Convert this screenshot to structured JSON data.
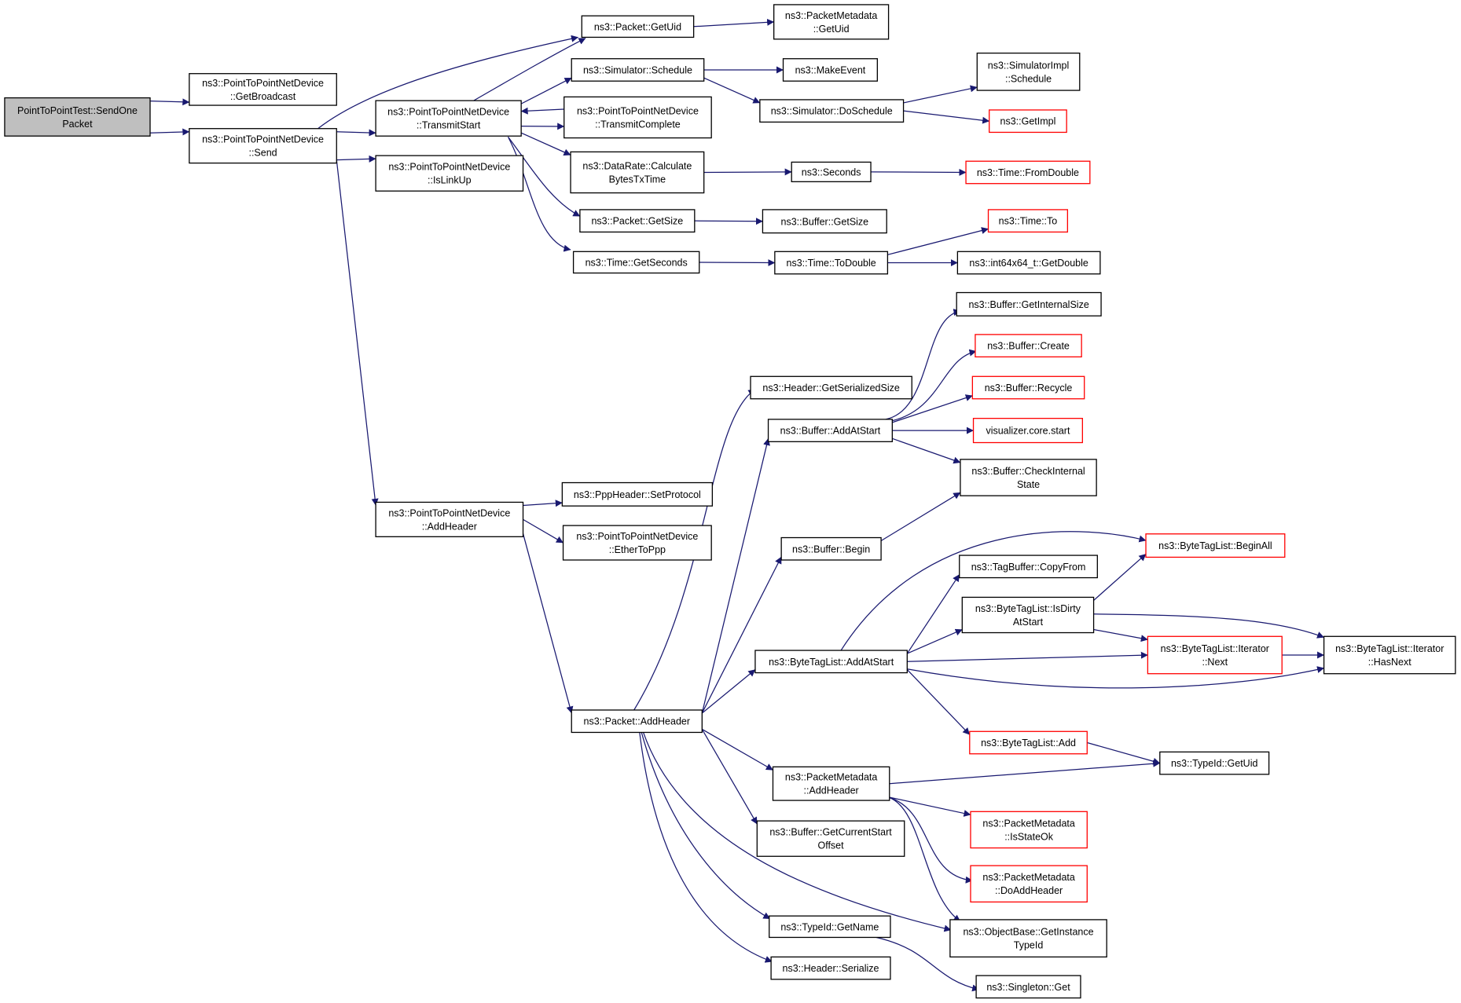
{
  "colors": {
    "edge": "#191970",
    "node_border": "#000000",
    "node_border_truncated": "#ff0000",
    "root_fill": "#bfbfbf",
    "node_fill": "#ffffff"
  },
  "nodes": [
    {
      "id": "root",
      "lines": [
        "PointToPointTest::SendOne",
        "Packet"
      ],
      "kind": "root"
    },
    {
      "id": "gbc",
      "lines": [
        "ns3::PointToPointNetDevice",
        "::GetBroadcast"
      ],
      "kind": "normal"
    },
    {
      "id": "send",
      "lines": [
        "ns3::PointToPointNetDevice",
        "::Send"
      ],
      "kind": "normal"
    },
    {
      "id": "txs",
      "lines": [
        "ns3::PointToPointNetDevice",
        "::TransmitStart"
      ],
      "kind": "normal"
    },
    {
      "id": "islink",
      "lines": [
        "ns3::PointToPointNetDevice",
        "::IsLinkUp"
      ],
      "kind": "normal"
    },
    {
      "id": "p2pah",
      "lines": [
        "ns3::PointToPointNetDevice",
        "::AddHeader"
      ],
      "kind": "normal"
    },
    {
      "id": "pguid",
      "lines": [
        "ns3::Packet::GetUid"
      ],
      "kind": "normal"
    },
    {
      "id": "pmguid",
      "lines": [
        "ns3::PacketMetadata",
        "::GetUid"
      ],
      "kind": "normal"
    },
    {
      "id": "simsch",
      "lines": [
        "ns3::Simulator::Schedule"
      ],
      "kind": "normal"
    },
    {
      "id": "mkev",
      "lines": [
        "ns3::MakeEvent"
      ],
      "kind": "normal"
    },
    {
      "id": "simimpl",
      "lines": [
        "ns3::SimulatorImpl",
        "::Schedule"
      ],
      "kind": "normal"
    },
    {
      "id": "dosch",
      "lines": [
        "ns3::Simulator::DoSchedule"
      ],
      "kind": "normal"
    },
    {
      "id": "getimpl",
      "lines": [
        "ns3::GetImpl"
      ],
      "kind": "truncated"
    },
    {
      "id": "txc",
      "lines": [
        "ns3::PointToPointNetDevice",
        "::TransmitComplete"
      ],
      "kind": "normal"
    },
    {
      "id": "drcalc",
      "lines": [
        "ns3::DataRate::Calculate",
        "BytesTxTime"
      ],
      "kind": "normal"
    },
    {
      "id": "seconds",
      "lines": [
        "ns3::Seconds"
      ],
      "kind": "normal"
    },
    {
      "id": "fromdbl",
      "lines": [
        "ns3::Time::FromDouble"
      ],
      "kind": "truncated"
    },
    {
      "id": "pgsize",
      "lines": [
        "ns3::Packet::GetSize"
      ],
      "kind": "normal"
    },
    {
      "id": "bgsize",
      "lines": [
        "ns3::Buffer::GetSize"
      ],
      "kind": "normal"
    },
    {
      "id": "tto",
      "lines": [
        "ns3::Time::To"
      ],
      "kind": "truncated"
    },
    {
      "id": "tgsec",
      "lines": [
        "ns3::Time::GetSeconds"
      ],
      "kind": "normal"
    },
    {
      "id": "ttodbl",
      "lines": [
        "ns3::Time::ToDouble"
      ],
      "kind": "normal"
    },
    {
      "id": "i64",
      "lines": [
        "ns3::int64x64_t::GetDouble"
      ],
      "kind": "normal"
    },
    {
      "id": "bgis",
      "lines": [
        "ns3::Buffer::GetInternalSize"
      ],
      "kind": "normal"
    },
    {
      "id": "bcreate",
      "lines": [
        "ns3::Buffer::Create"
      ],
      "kind": "truncated"
    },
    {
      "id": "hgss",
      "lines": [
        "ns3::Header::GetSerializedSize"
      ],
      "kind": "normal"
    },
    {
      "id": "brec",
      "lines": [
        "ns3::Buffer::Recycle"
      ],
      "kind": "truncated"
    },
    {
      "id": "baas",
      "lines": [
        "ns3::Buffer::AddAtStart"
      ],
      "kind": "normal"
    },
    {
      "id": "vcs",
      "lines": [
        "visualizer.core.start"
      ],
      "kind": "truncated"
    },
    {
      "id": "bcis",
      "lines": [
        "ns3::Buffer::CheckInternal",
        "State"
      ],
      "kind": "normal"
    },
    {
      "id": "pppsp",
      "lines": [
        "ns3::PppHeader::SetProtocol"
      ],
      "kind": "normal"
    },
    {
      "id": "e2p",
      "lines": [
        "ns3::PointToPointNetDevice",
        "::EtherToPpp"
      ],
      "kind": "normal"
    },
    {
      "id": "bbegin",
      "lines": [
        "ns3::Buffer::Begin"
      ],
      "kind": "normal"
    },
    {
      "id": "btlba",
      "lines": [
        "ns3::ByteTagList::BeginAll"
      ],
      "kind": "truncated"
    },
    {
      "id": "tbcf",
      "lines": [
        "ns3::TagBuffer::CopyFrom"
      ],
      "kind": "normal"
    },
    {
      "id": "btlid",
      "lines": [
        "ns3::ByteTagList::IsDirty",
        "AtStart"
      ],
      "kind": "normal"
    },
    {
      "id": "btlaas",
      "lines": [
        "ns3::ByteTagList::AddAtStart"
      ],
      "kind": "normal"
    },
    {
      "id": "btlin",
      "lines": [
        "ns3::ByteTagList::Iterator",
        "::Next"
      ],
      "kind": "truncated"
    },
    {
      "id": "btlihn",
      "lines": [
        "ns3::ByteTagList::Iterator",
        "::HasNext"
      ],
      "kind": "normal"
    },
    {
      "id": "pah",
      "lines": [
        "ns3::Packet::AddHeader"
      ],
      "kind": "normal"
    },
    {
      "id": "btladd",
      "lines": [
        "ns3::ByteTagList::Add"
      ],
      "kind": "truncated"
    },
    {
      "id": "tidguid",
      "lines": [
        "ns3::TypeId::GetUid"
      ],
      "kind": "normal"
    },
    {
      "id": "pmah",
      "lines": [
        "ns3::PacketMetadata",
        "::AddHeader"
      ],
      "kind": "normal"
    },
    {
      "id": "pmiso",
      "lines": [
        "ns3::PacketMetadata",
        "::IsStateOk"
      ],
      "kind": "truncated"
    },
    {
      "id": "bgcso",
      "lines": [
        "ns3::Buffer::GetCurrentStart",
        "Offset"
      ],
      "kind": "normal"
    },
    {
      "id": "pmdah",
      "lines": [
        "ns3::PacketMetadata",
        "::DoAddHeader"
      ],
      "kind": "truncated"
    },
    {
      "id": "tidgn",
      "lines": [
        "ns3::TypeId::GetName"
      ],
      "kind": "normal"
    },
    {
      "id": "obgit",
      "lines": [
        "ns3::ObjectBase::GetInstance",
        "TypeId"
      ],
      "kind": "normal"
    },
    {
      "id": "hser",
      "lines": [
        "ns3::Header::Serialize"
      ],
      "kind": "normal"
    },
    {
      "id": "sget",
      "lines": [
        "ns3::Singleton::Get"
      ],
      "kind": "normal"
    }
  ],
  "edges": [
    [
      "root",
      "gbc"
    ],
    [
      "root",
      "send"
    ],
    [
      "send",
      "pguid"
    ],
    [
      "send",
      "txs"
    ],
    [
      "send",
      "islink"
    ],
    [
      "send",
      "p2pah"
    ],
    [
      "txs",
      "pguid"
    ],
    [
      "txs",
      "simsch"
    ],
    [
      "txs",
      "txc"
    ],
    [
      "txs",
      "drcalc"
    ],
    [
      "txs",
      "pgsize"
    ],
    [
      "txs",
      "tgsec"
    ],
    [
      "txc",
      "txs"
    ],
    [
      "pguid",
      "pmguid"
    ],
    [
      "simsch",
      "mkev"
    ],
    [
      "simsch",
      "dosch"
    ],
    [
      "dosch",
      "simimpl"
    ],
    [
      "dosch",
      "getimpl"
    ],
    [
      "drcalc",
      "seconds"
    ],
    [
      "seconds",
      "fromdbl"
    ],
    [
      "pgsize",
      "bgsize"
    ],
    [
      "tgsec",
      "ttodbl"
    ],
    [
      "ttodbl",
      "tto"
    ],
    [
      "ttodbl",
      "i64"
    ],
    [
      "p2pah",
      "pppsp"
    ],
    [
      "p2pah",
      "e2p"
    ],
    [
      "p2pah",
      "pah"
    ],
    [
      "pah",
      "hgss"
    ],
    [
      "pah",
      "baas"
    ],
    [
      "pah",
      "bbegin"
    ],
    [
      "pah",
      "btlaas"
    ],
    [
      "pah",
      "pmah"
    ],
    [
      "pah",
      "bgcso"
    ],
    [
      "pah",
      "obgit"
    ],
    [
      "pah",
      "tidgn"
    ],
    [
      "pah",
      "hser"
    ],
    [
      "baas",
      "bgis"
    ],
    [
      "baas",
      "bcreate"
    ],
    [
      "baas",
      "brec"
    ],
    [
      "baas",
      "vcs"
    ],
    [
      "baas",
      "bcis"
    ],
    [
      "bbegin",
      "bcis"
    ],
    [
      "btlaas",
      "btlba"
    ],
    [
      "btlaas",
      "tbcf"
    ],
    [
      "btlaas",
      "btlid"
    ],
    [
      "btlaas",
      "btlin"
    ],
    [
      "btlaas",
      "btlihn"
    ],
    [
      "btlaas",
      "btladd"
    ],
    [
      "btlid",
      "btlba"
    ],
    [
      "btlid",
      "btlin"
    ],
    [
      "btlid",
      "btlihn"
    ],
    [
      "btlin",
      "btlihn"
    ],
    [
      "btladd",
      "tidguid"
    ],
    [
      "pmah",
      "tidguid"
    ],
    [
      "pmah",
      "pmiso"
    ],
    [
      "pmah",
      "pmdah"
    ],
    [
      "pmah",
      "obgit"
    ],
    [
      "tidgn",
      "sget"
    ]
  ]
}
